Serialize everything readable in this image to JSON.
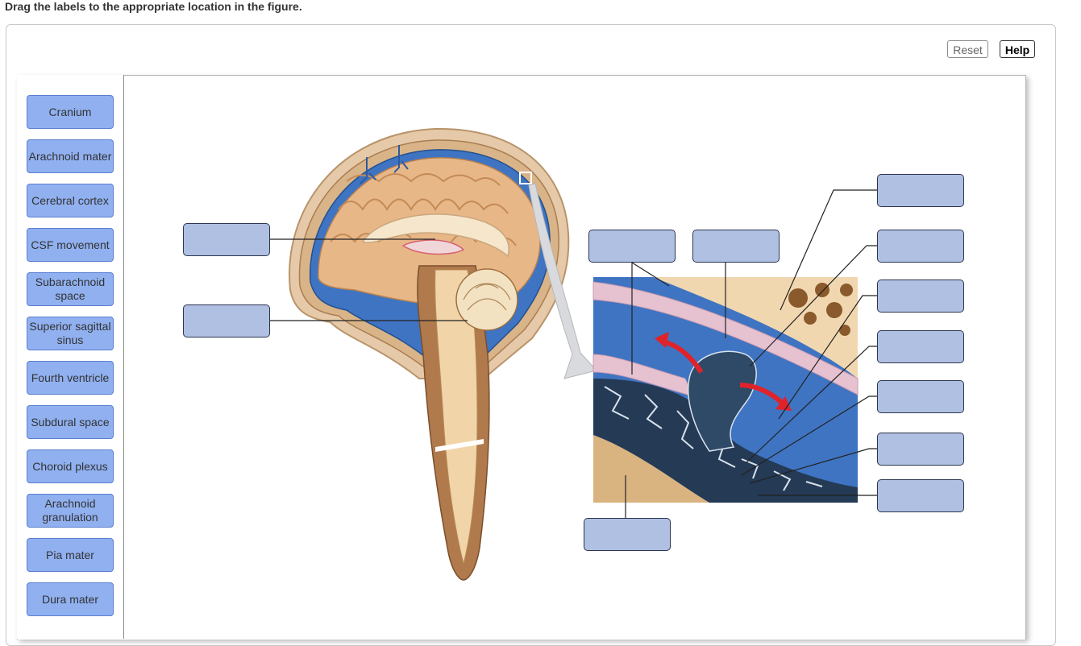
{
  "instruction": "Drag the labels to the appropriate location in the figure.",
  "buttons": {
    "reset": "Reset",
    "help": "Help"
  },
  "labels": [
    "Cranium",
    "Arachnoid mater",
    "Cerebral cortex",
    "CSF movement",
    "Subarachnoid\nspace",
    "Superior sagittal\nsinus",
    "Fourth ventricle",
    "Subdural space",
    "Choroid plexus",
    "Arachnoid\ngranulation",
    "Pia mater",
    "Dura mater"
  ],
  "colors": {
    "label_fill": "#90b0f0",
    "target_fill": "#afc0e2",
    "csf_blue": "#3f74c2",
    "brain_tan": "#e8b788",
    "arrow_red": "#e0232b"
  }
}
